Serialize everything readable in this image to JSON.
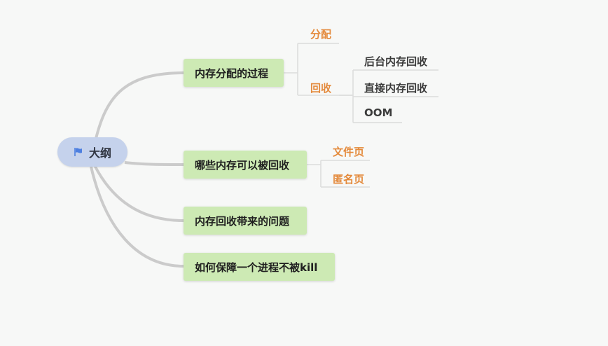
{
  "root": {
    "label": "大纲",
    "icon": "flag-icon"
  },
  "branches": [
    {
      "label": "内存分配的过程",
      "children": [
        {
          "label": "分配"
        },
        {
          "label": "回收",
          "children": [
            "后台内存回收",
            "直接内存回收",
            "OOM"
          ]
        }
      ]
    },
    {
      "label": "哪些内存可以被回收",
      "children": [
        {
          "label": "文件页"
        },
        {
          "label": "匿名页"
        }
      ]
    },
    {
      "label": "内存回收带来的问题"
    },
    {
      "label": "如何保障一个进程不被kill"
    }
  ],
  "colors": {
    "root_fill": "#c5d2ec",
    "topic_fill": "#cdeab4",
    "subtopic_text": "#e48a3c",
    "connector": "#cbcbcb",
    "background": "#f7f8f7"
  }
}
